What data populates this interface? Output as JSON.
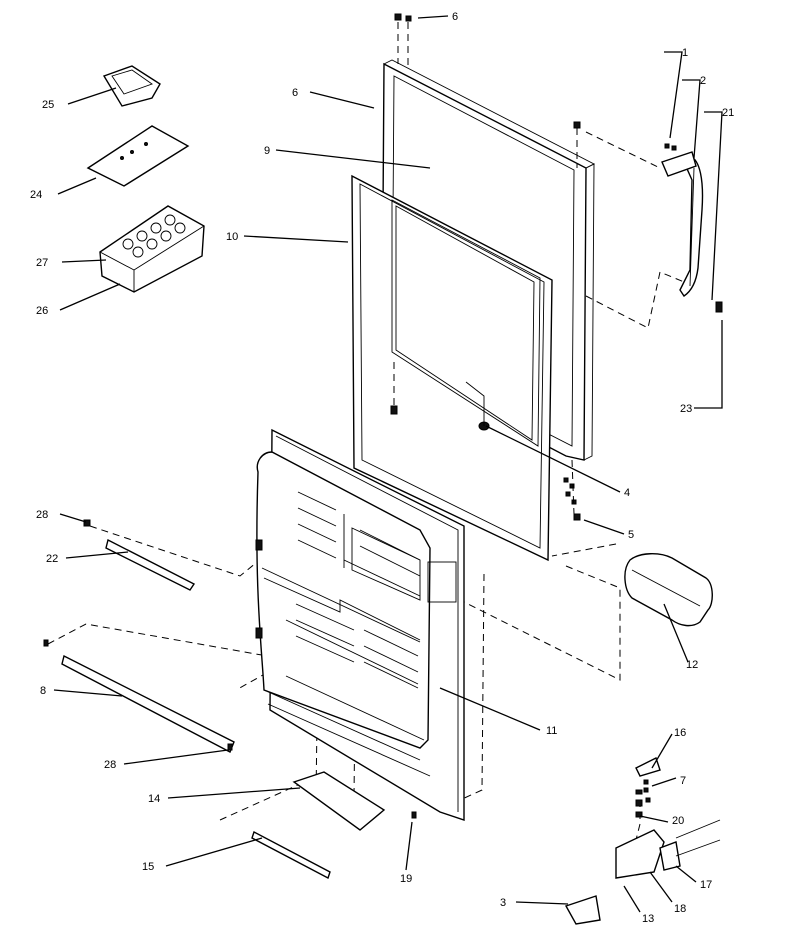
{
  "callouts": [
    {
      "id": "c1",
      "text": "1"
    },
    {
      "id": "c2",
      "text": "2"
    },
    {
      "id": "c3",
      "text": "3"
    },
    {
      "id": "c4",
      "text": "4"
    },
    {
      "id": "c5",
      "text": "5"
    },
    {
      "id": "c6a",
      "text": "6"
    },
    {
      "id": "c6b",
      "text": "6"
    },
    {
      "id": "c7",
      "text": "7"
    },
    {
      "id": "c8",
      "text": "8"
    },
    {
      "id": "c9",
      "text": "9"
    },
    {
      "id": "c10",
      "text": "10"
    },
    {
      "id": "c11",
      "text": "11"
    },
    {
      "id": "c12",
      "text": "12"
    },
    {
      "id": "c13",
      "text": "13"
    },
    {
      "id": "c14",
      "text": "14"
    },
    {
      "id": "c15",
      "text": "15"
    },
    {
      "id": "c16",
      "text": "16"
    },
    {
      "id": "c17",
      "text": "17"
    },
    {
      "id": "c18",
      "text": "18"
    },
    {
      "id": "c19",
      "text": "19"
    },
    {
      "id": "c20",
      "text": "20"
    },
    {
      "id": "c21",
      "text": "21"
    },
    {
      "id": "c22",
      "text": "22"
    },
    {
      "id": "c23",
      "text": "23"
    },
    {
      "id": "c24",
      "text": "24"
    },
    {
      "id": "c25",
      "text": "25"
    },
    {
      "id": "c26",
      "text": "26"
    },
    {
      "id": "c27",
      "text": "27"
    },
    {
      "id": "c28a",
      "text": "28"
    },
    {
      "id": "c28b",
      "text": "28"
    }
  ]
}
